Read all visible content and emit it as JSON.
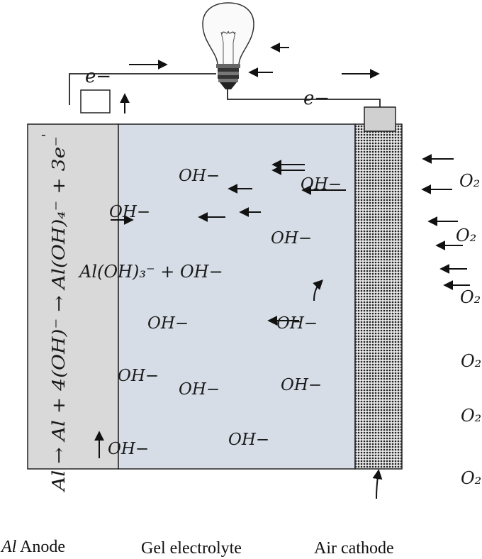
{
  "circuit": {
    "electron_top": "e−",
    "electron_bottom": "e−"
  },
  "anode": {
    "reaction": "Al → Al + 4(OH)⁻ → Al(OH)₄⁻ + 3e⁻",
    "minus_mark": "-"
  },
  "electrolyte": {
    "species": [
      "OH−",
      "OH−",
      "OH−",
      "OH−",
      "OH−",
      "OH−",
      "OH−",
      "OH−",
      "OH−",
      "OH−",
      "OH−"
    ],
    "complex": "Al(OH)₃⁻ + OH−"
  },
  "oxygen": {
    "label": "O₂"
  },
  "captions": {
    "anode_italic": "Al",
    "anode_rest": " Anode",
    "electrolyte": "Gel electrolyte",
    "cathode": "Air cathode"
  },
  "colors": {
    "anode_fill": "#d9d9d9",
    "electrolyte_fill": "#d6dde6",
    "cathode_fill": "#2a2a2a"
  }
}
